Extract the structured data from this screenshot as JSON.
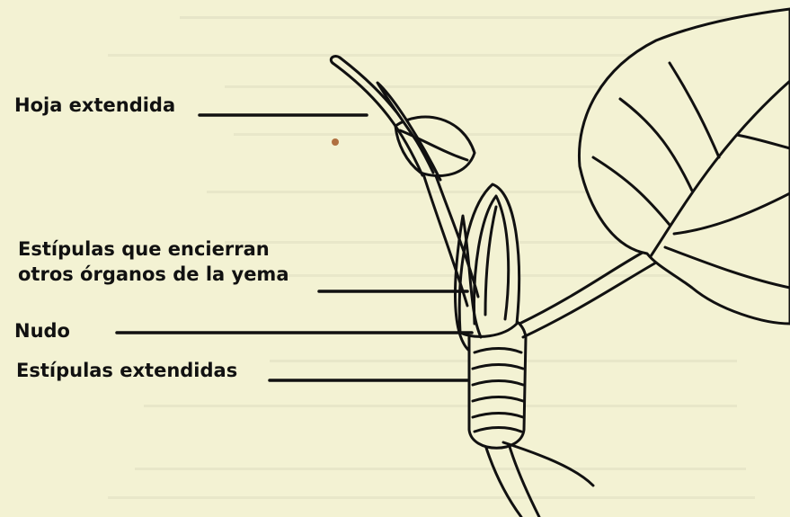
{
  "labels": {
    "hoja_extendida": "Hoja extendida",
    "estipulas_encierran_l1": "Estípulas que encierran",
    "estipulas_encierran_l2": "otros órganos de la yema",
    "nudo": "Nudo",
    "estipulas_extendidas": "Estípulas extendidas"
  },
  "colors": {
    "paper": "#f3f2d3",
    "ink": "#111111",
    "bleed_text": "#8a8a78"
  }
}
